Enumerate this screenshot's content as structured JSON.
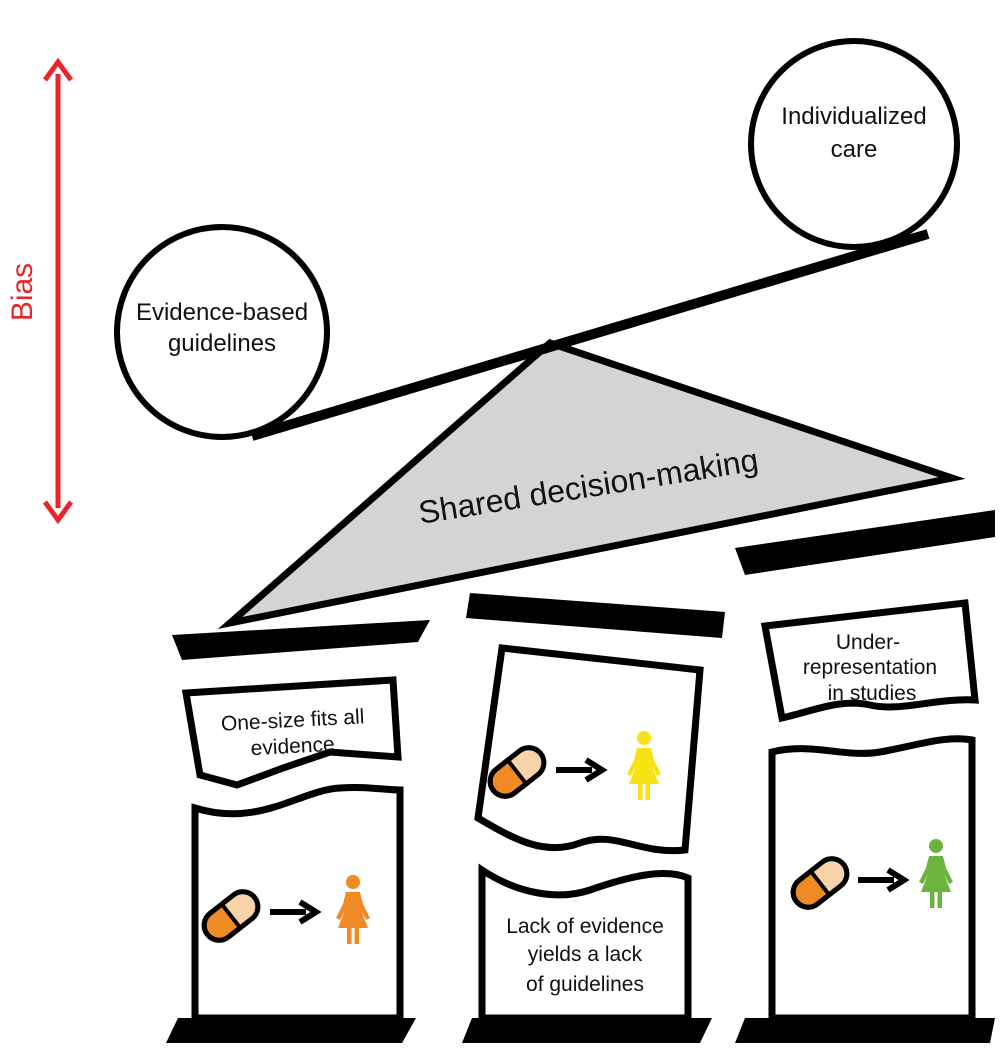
{
  "bias": {
    "label": "Bias",
    "color": "#e8252b"
  },
  "seesaw": {
    "left": {
      "line1": "Evidence-based",
      "line2": "guidelines"
    },
    "right": {
      "line1": "Individualized",
      "line2": "care"
    },
    "fulcrum_label": "Shared decision-making",
    "fulcrum_fill": "#d4d4d4"
  },
  "pillars": [
    {
      "banner": {
        "line1": "One-size fits all",
        "line2": "evidence"
      },
      "icons": [
        "pill-icon",
        "arrow-right-icon",
        "woman-icon"
      ],
      "person_color": "#f08a24"
    },
    {
      "banner": {
        "line1": "Lack of evidence",
        "line2": "yields a lack",
        "line3": "of guidelines"
      },
      "icons": [
        "pill-icon",
        "arrow-right-icon",
        "woman-icon"
      ],
      "person_color": "#f5e316"
    },
    {
      "banner": {
        "line1": "Under-",
        "line2": "representation",
        "line3": "in studies"
      },
      "icons": [
        "pill-icon",
        "arrow-right-icon",
        "woman-icon"
      ],
      "person_color": "#6db33f"
    }
  ],
  "pill_colors": {
    "dark": "#f08a24",
    "light": "#f8d2a8"
  }
}
